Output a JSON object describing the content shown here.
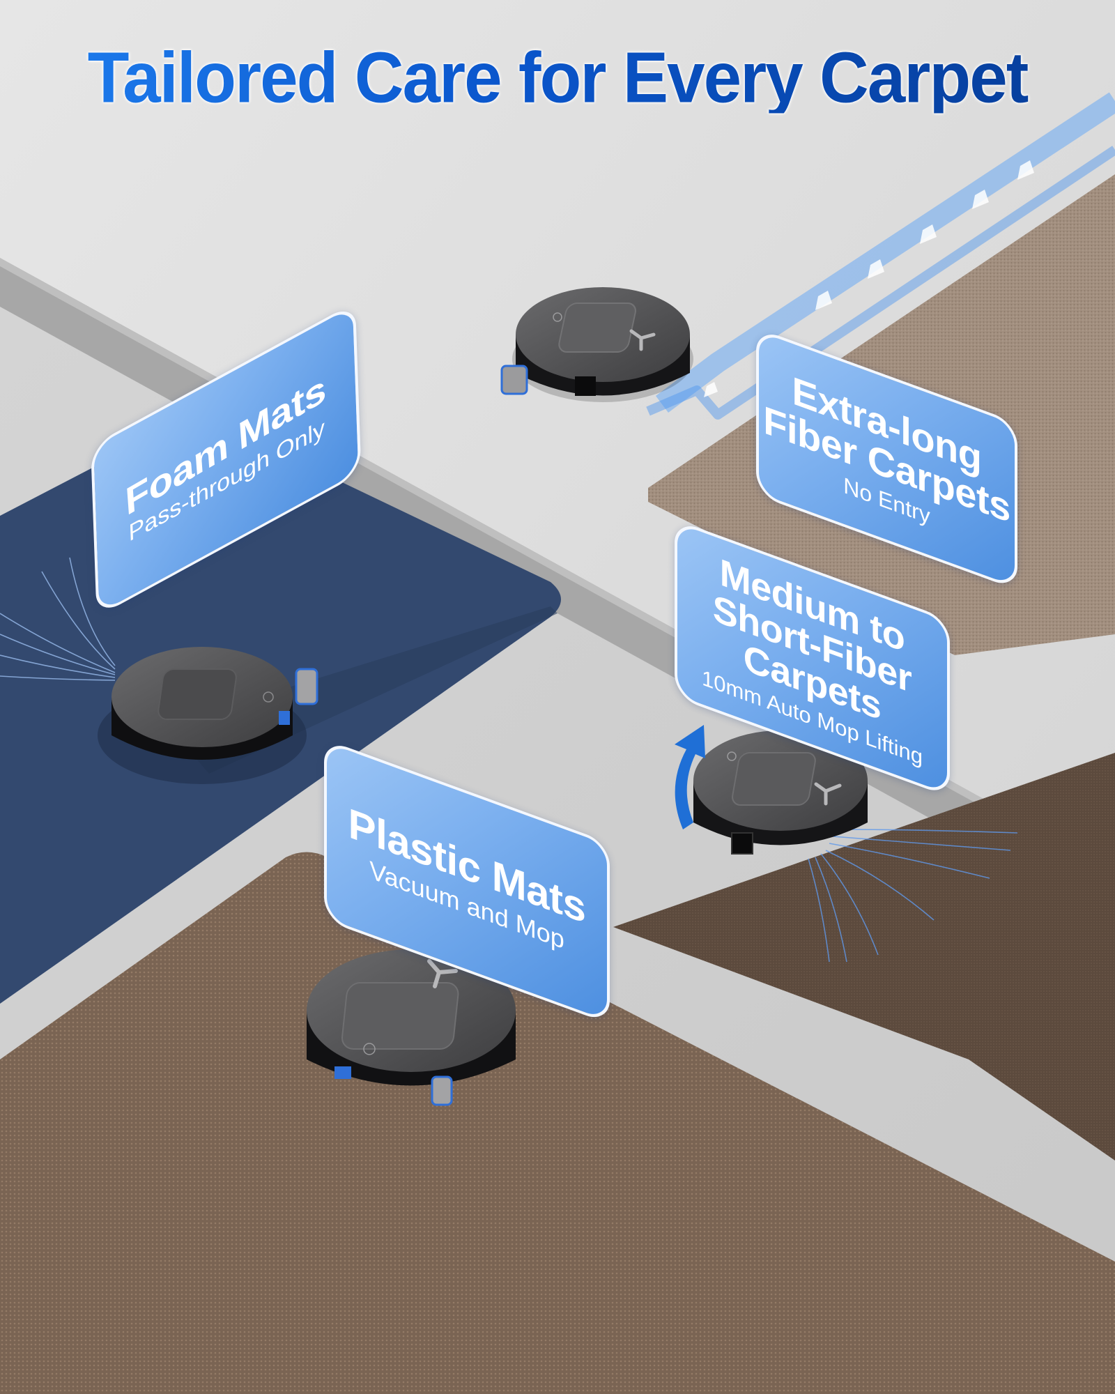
{
  "headline": "Tailored Care for Every Carpet",
  "colors": {
    "headline_start": "#1f7ff0",
    "headline_end": "#063c97",
    "floor": "#dcdcdc",
    "ledge": "#9e9e9e",
    "foam_mat": "#33496f",
    "plastic_mat": "#7a6453",
    "short_carpet": "#5c4a3d",
    "long_carpet": "#a28f7f",
    "sign_fill": "#7cb0ef",
    "sign_border": "#f4f8ff",
    "robot_top": "#5a5a5c",
    "robot_body": "#151517",
    "accent_blue": "#1f6fd6"
  },
  "signs": [
    {
      "id": "foam",
      "title": "Foam Mats",
      "subtitle": "Pass-through Only"
    },
    {
      "id": "extra",
      "title": "Extra-long Fiber Carpets",
      "title_lines": [
        "Extra-long",
        "Fiber Carpets"
      ],
      "subtitle": "No Entry"
    },
    {
      "id": "medium",
      "title": "Medium to Short-Fiber Carpets",
      "title_lines": [
        "Medium to",
        "Short-Fiber Carpets"
      ],
      "subtitle": "10mm Auto Mop Lifting"
    },
    {
      "id": "plastic",
      "title": "Plastic Mats",
      "subtitle": "Vacuum and Mop"
    }
  ],
  "surfaces": [
    "Foam Mats",
    "Plastic Mats",
    "Medium to Short-Fiber Carpets",
    "Extra-long Fiber Carpets"
  ],
  "icons": {
    "robot_logo": "y-logo-icon",
    "robot_button": "wifi-button-icon",
    "mop_lift_arrow": "curved-up-arrow-icon",
    "avoid_path_arrows": "chevron-arrow-icon",
    "suction_lines": "airflow-lines-icon"
  }
}
